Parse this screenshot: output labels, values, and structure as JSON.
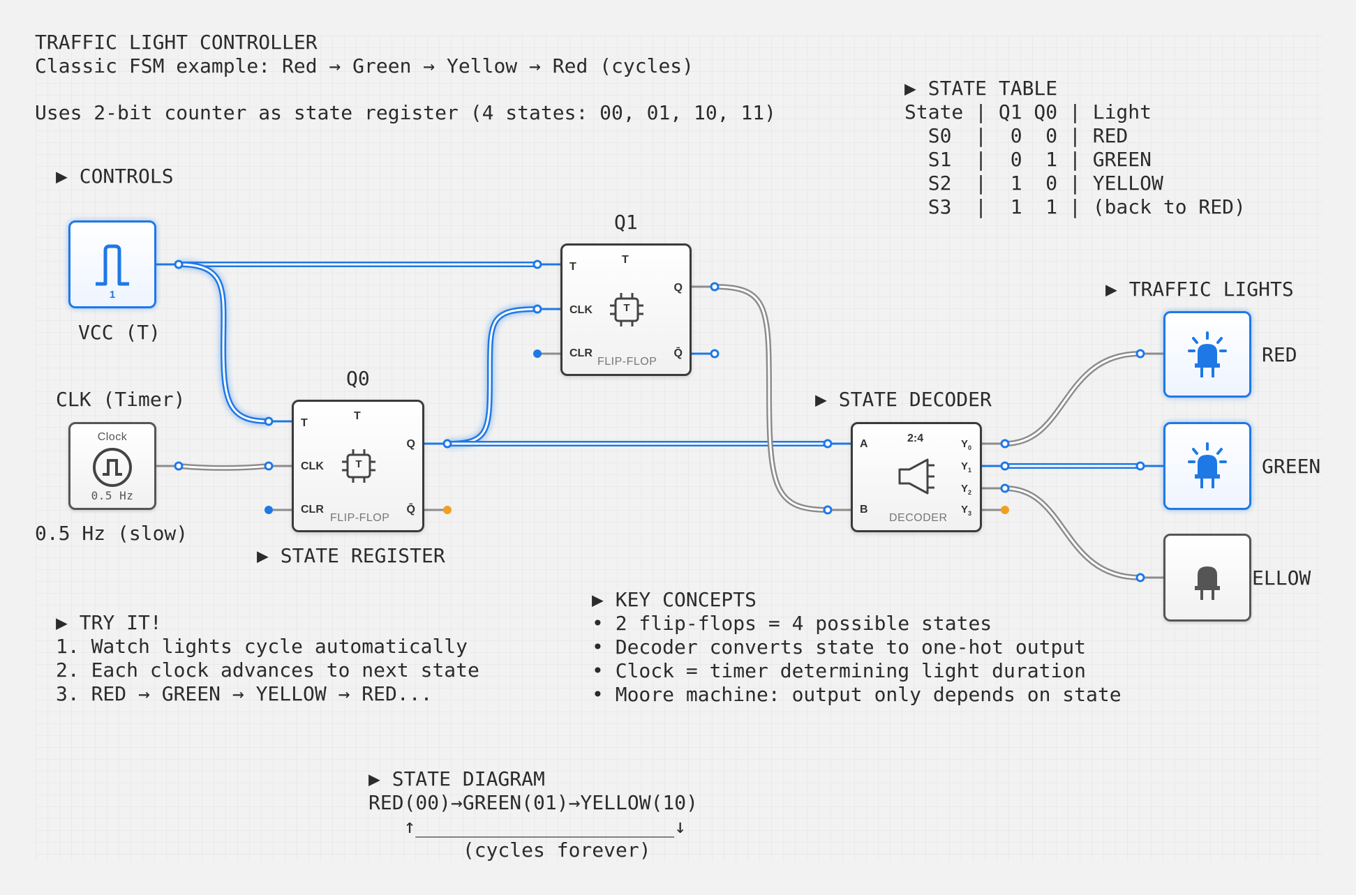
{
  "header": {
    "title": "TRAFFIC LIGHT CONTROLLER",
    "subtitle": "Classic FSM example: Red → Green → Yellow → Red (cycles)",
    "description": "Uses 2-bit counter as state register (4 states: 00, 01, 10, 11)"
  },
  "state_table": {
    "heading": "▶ STATE TABLE",
    "rows": [
      "State | Q1 Q0 | Light",
      "  S0  |  0  0 | RED",
      "  S1  |  0  1 | GREEN",
      "  S2  |  1  0 | YELLOW",
      "  S3  |  1  1 | (back to RED)"
    ]
  },
  "controls": {
    "heading": "▶ CONTROLS",
    "vcc": {
      "label": "VCC (T)",
      "value": "1"
    },
    "clock": {
      "label": "CLK (Timer)",
      "title": "Clock",
      "freq": "0.5 Hz",
      "caption": "0.5 Hz (slow)"
    }
  },
  "q1": {
    "title": "Q1",
    "t_label": "T",
    "pins": {
      "t": "T",
      "clk": "CLK",
      "clr": "CLR",
      "q": "Q",
      "qbar": "Q̄"
    },
    "icon_letter": "T",
    "footer": "FLIP-FLOP"
  },
  "q0": {
    "title": "Q0",
    "t_label": "T",
    "pins": {
      "t": "T",
      "clk": "CLK",
      "clr": "CLR",
      "q": "Q",
      "qbar": "Q̄"
    },
    "icon_letter": "T",
    "footer": "FLIP-FLOP",
    "caption": "▶ STATE REGISTER"
  },
  "decoder": {
    "heading": "▶ STATE DECODER",
    "title": "2:4",
    "pins": {
      "a": "A",
      "b": "B",
      "y0": "Y",
      "y1": "Y",
      "y2": "Y",
      "y3": "Y"
    },
    "subs": {
      "y0": "0",
      "y1": "1",
      "y2": "2",
      "y3": "3"
    },
    "footer": "DECODER"
  },
  "lights": {
    "heading": "▶ TRAFFIC LIGHTS",
    "red": {
      "label": "RED",
      "on": true
    },
    "green": {
      "label": "GREEN",
      "on": true
    },
    "yellow": {
      "label": "ELLOW",
      "on": false
    }
  },
  "try_it": {
    "heading": "▶ TRY IT!",
    "lines": [
      "1. Watch lights cycle automatically",
      "2. Each clock advances to next state",
      "3. RED → GREEN → YELLOW → RED..."
    ]
  },
  "key_concepts": {
    "heading": "▶ KEY CONCEPTS",
    "lines": [
      "• 2 flip-flops = 4 possible states",
      "• Decoder converts state to one-hot output",
      "• Clock = timer determining light duration",
      "• Moore machine: output only depends on state"
    ]
  },
  "state_diagram": {
    "heading": "▶ STATE DIAGRAM",
    "lines": [
      "RED(00)→GREEN(01)→YELLOW(10)",
      "   ↑______________________↓",
      "        (cycles forever)"
    ]
  },
  "colors": {
    "active": "#1e78e6",
    "inactive": "#8c8c8c",
    "warning": "#f0a020",
    "border": "#3a3a3a"
  }
}
